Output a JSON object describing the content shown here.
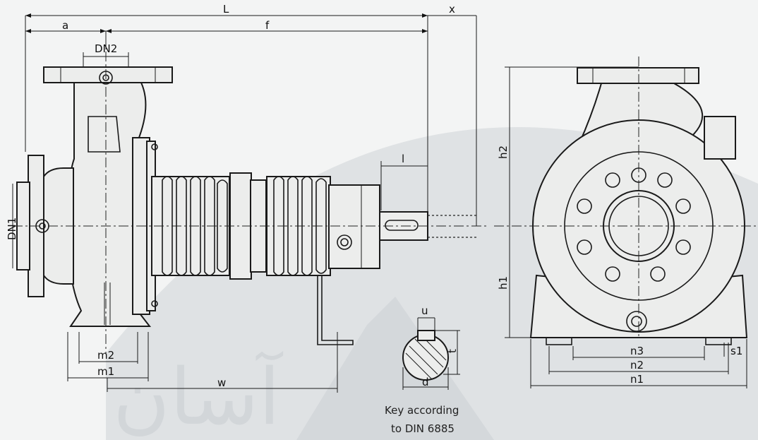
{
  "dimensions": {
    "L": "L",
    "x": "x",
    "a": "a",
    "f": "f",
    "DN2": "DN2",
    "DN1": "DN1",
    "l": "l",
    "m2": "m2",
    "m1": "m1",
    "w": "w",
    "u": "u",
    "t": "t",
    "d": "d",
    "h2": "h2",
    "h1": "h1",
    "n3": "n3",
    "n2": "n2",
    "n1": "n1",
    "s1": "s1"
  },
  "key_note": {
    "line1": "Key according",
    "line2": "to DIN 6885"
  },
  "watermark": {
    "text": "آسان"
  },
  "colors": {
    "line": "#1a1a1a",
    "background": "#f3f4f4",
    "watermark": "#c8ccd0"
  }
}
